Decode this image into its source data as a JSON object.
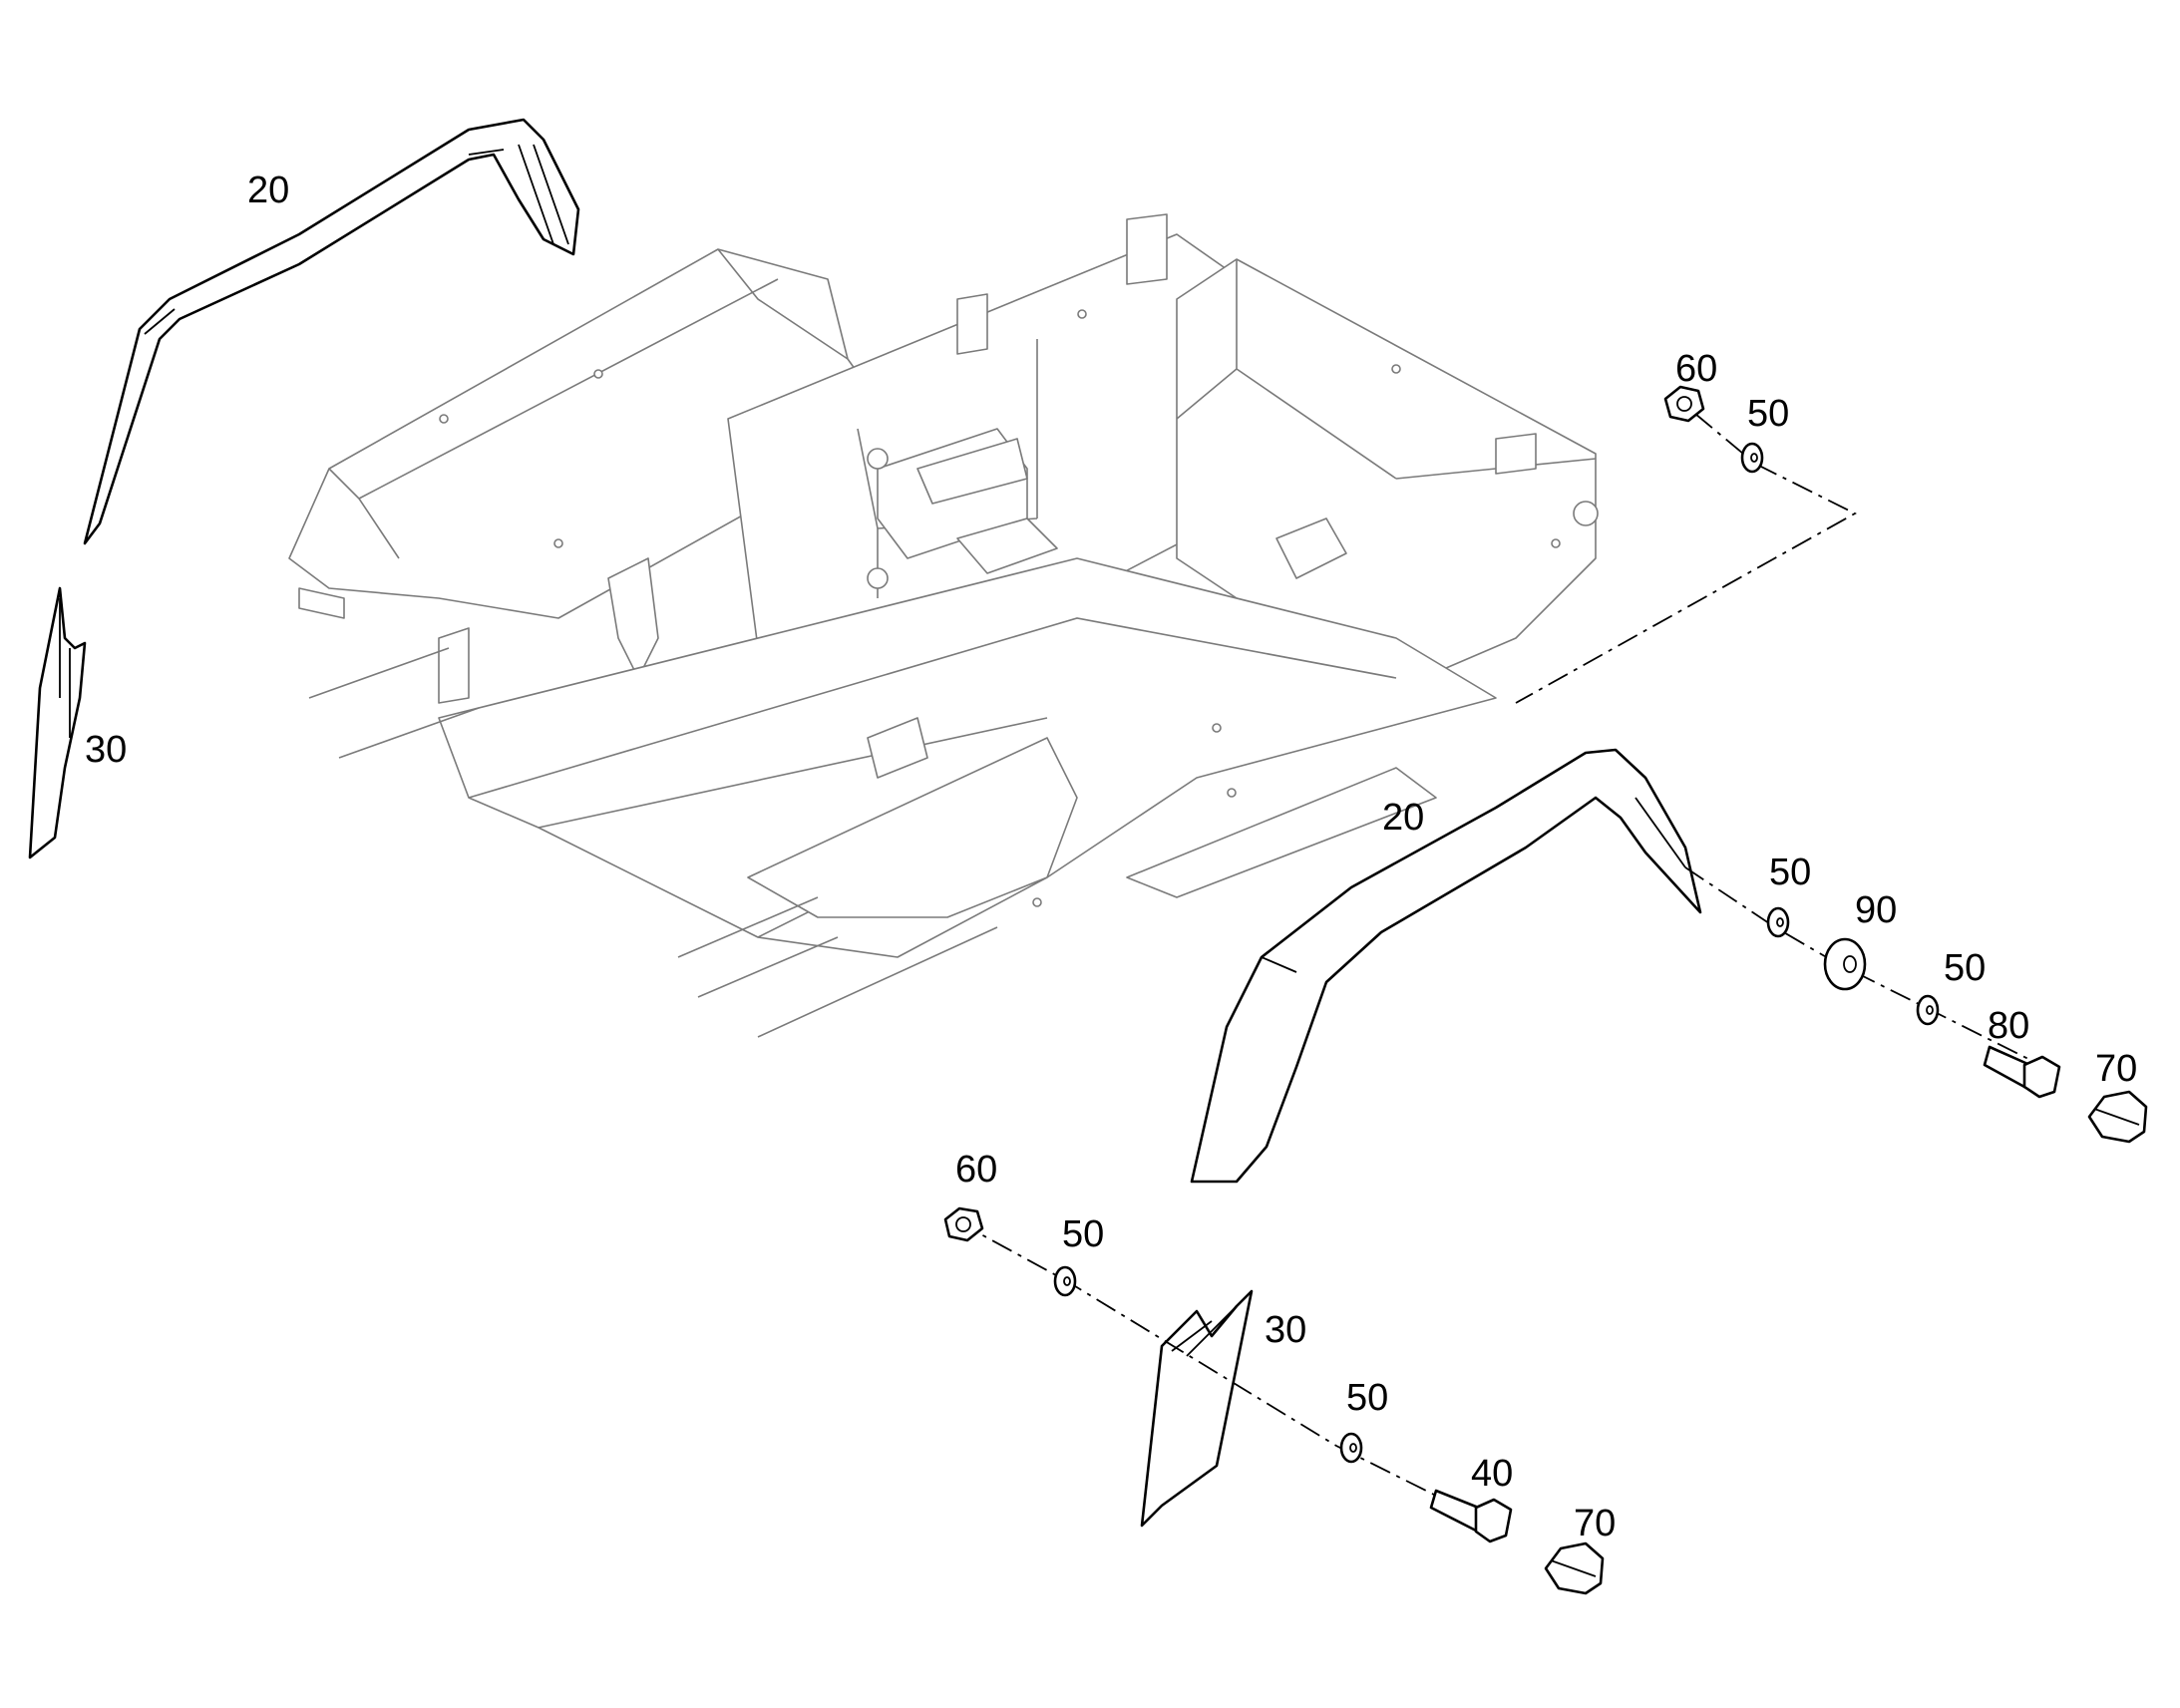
{
  "labels": {
    "fender_left": "20",
    "fender_right": "20",
    "flap_left": "30",
    "flap_right": "30",
    "nut_upper": "60",
    "nut_lower": "60",
    "washer_upper": "50",
    "washer_mid_1": "50",
    "washer_mid_2": "50",
    "washer_lower_1": "50",
    "washer_lower_2": "50",
    "spacer": "90",
    "bolt_upper": "80",
    "bolt_lower": "40",
    "cap_upper": "70",
    "cap_lower": "70"
  }
}
